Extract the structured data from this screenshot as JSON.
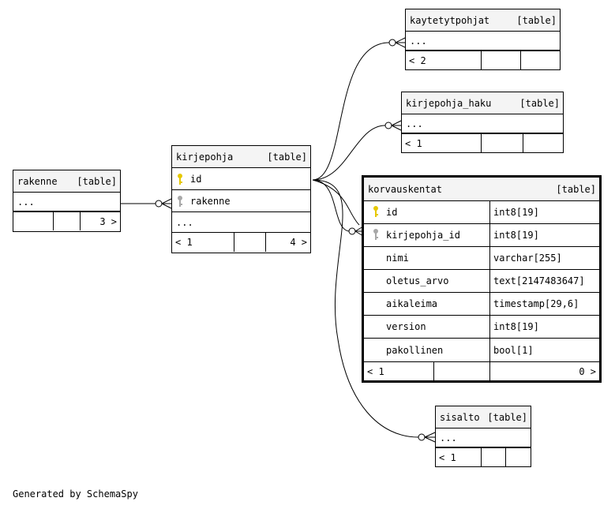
{
  "tables": {
    "rakenne": {
      "name": "rakenne",
      "kind": "[table]",
      "ellipsis": "...",
      "footer_right": "3 >"
    },
    "kirjepohja": {
      "name": "kirjepohja",
      "kind": "[table]",
      "col_id": "id",
      "col_rakenne": "rakenne",
      "ellipsis": "...",
      "footer_left": "< 1",
      "footer_right": "4 >"
    },
    "kaytetytpohjat": {
      "name": "kaytetytpohjat",
      "kind": "[table]",
      "ellipsis": "...",
      "footer_left": "< 2"
    },
    "kirjepohja_haku": {
      "name": "kirjepohja_haku",
      "kind": "[table]",
      "ellipsis": "...",
      "footer_left": "< 1"
    },
    "korvauskentat": {
      "name": "korvauskentat",
      "kind": "[table]",
      "columns": [
        {
          "name": "id",
          "type": "int8[19]",
          "key": "primary"
        },
        {
          "name": "kirjepohja_id",
          "type": "int8[19]",
          "key": "foreign"
        },
        {
          "name": "nimi",
          "type": "varchar[255]",
          "key": "none"
        },
        {
          "name": "oletus_arvo",
          "type": "text[2147483647]",
          "key": "none"
        },
        {
          "name": "aikaleima",
          "type": "timestamp[29,6]",
          "key": "none"
        },
        {
          "name": "version",
          "type": "int8[19]",
          "key": "none"
        },
        {
          "name": "pakollinen",
          "type": "bool[1]",
          "key": "none"
        }
      ],
      "footer_left": "< 1",
      "footer_right": "0 >"
    },
    "sisalto": {
      "name": "sisalto",
      "kind": "[table]",
      "ellipsis": "...",
      "footer_left": "< 1"
    }
  },
  "icons": {
    "primary_key": "key-icon-yellow",
    "foreign_key": "key-icon-gray"
  },
  "colors": {
    "primary_key": "#e6c800",
    "foreign_key": "#a8a8a8",
    "header_bg": "#f4f4f4"
  },
  "footer_note": "Generated by SchemaSpy"
}
